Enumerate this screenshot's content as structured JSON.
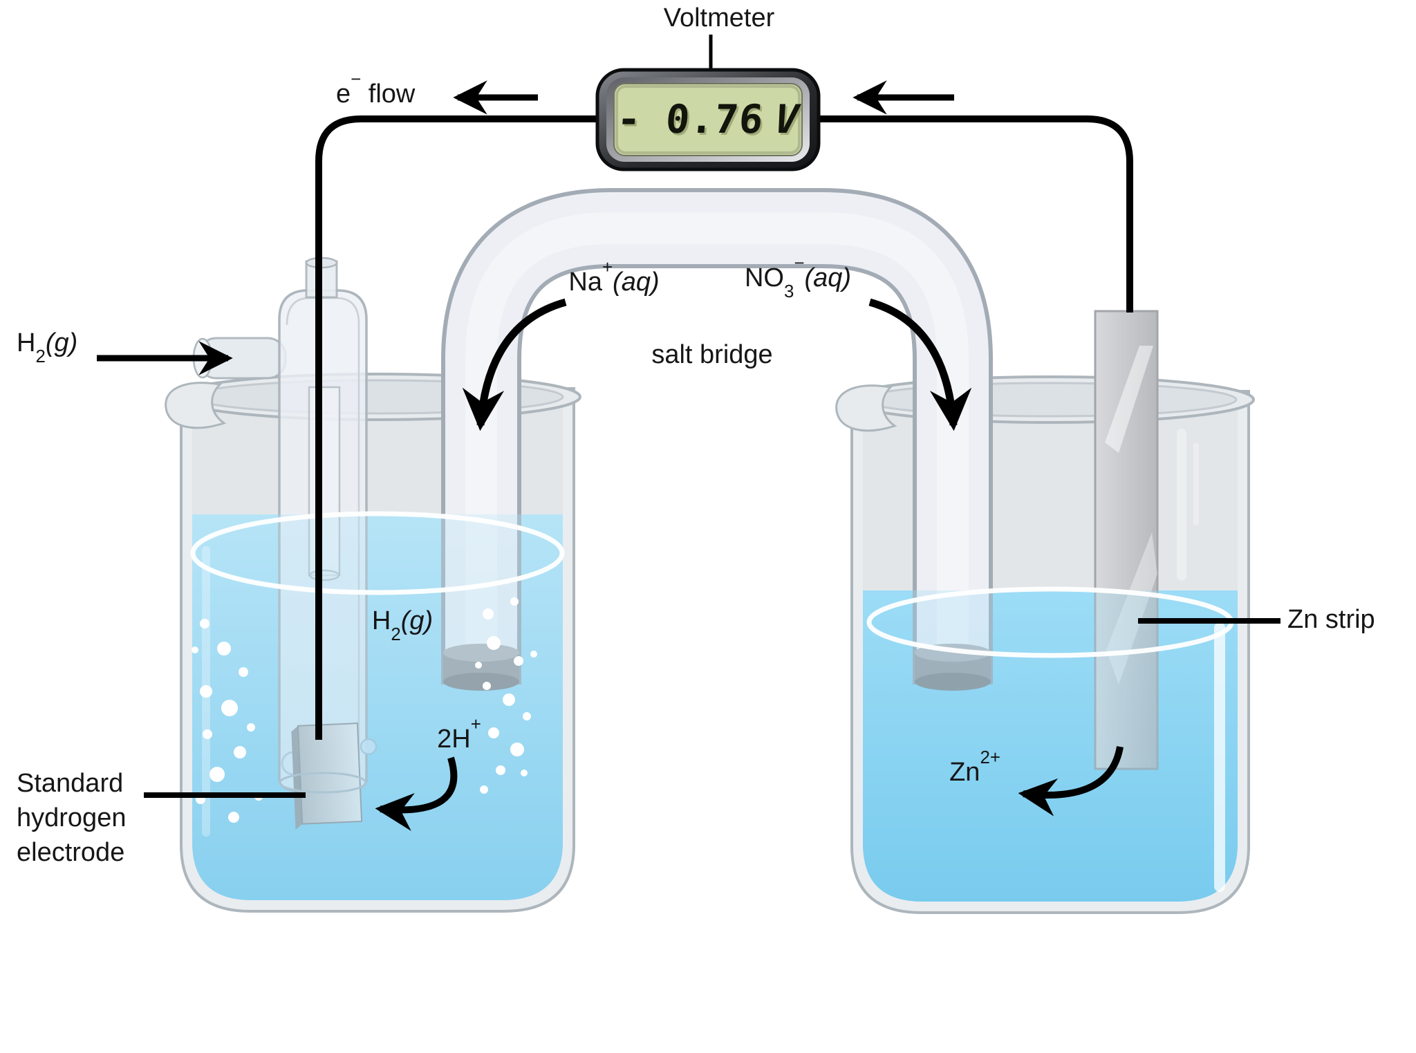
{
  "colors": {
    "water_left": "#a9ddf4",
    "water_right": "#8fd6f2",
    "lcd_screen": "#ccd8a6",
    "lcd_digits": "#12150b",
    "wire": "#000000",
    "glass": "#e7ebee",
    "salt_bridge_tube": "#edeff5",
    "zinc_strip": "#c9cbce",
    "porous_cap": "#a3a0a3"
  },
  "voltmeter": {
    "label": "Voltmeter",
    "reading": "- 0.76",
    "unit": "V"
  },
  "electron_flow": {
    "base": "e",
    "sup": "−",
    "rest": "flow"
  },
  "salt_bridge": {
    "label": "salt bridge",
    "cation": {
      "base": "Na",
      "sup": "+",
      "state": "(aq)"
    },
    "anion": {
      "base": "NO",
      "sub": "3",
      "sup": "−",
      "state": "(aq)"
    }
  },
  "left_cell": {
    "gas_inlet": {
      "base": "H",
      "sub": "2",
      "state": "(g)"
    },
    "gas_in_solution": {
      "base": "H",
      "sub": "2",
      "state": "(g)"
    },
    "ion": {
      "base": "2H",
      "sup": "+"
    },
    "electrode_label": {
      "line1": "Standard",
      "line2": "hydrogen",
      "line3": "electrode"
    }
  },
  "right_cell": {
    "electrode_label": "Zn strip",
    "ion": {
      "base": "Zn",
      "sup": "2+"
    }
  }
}
